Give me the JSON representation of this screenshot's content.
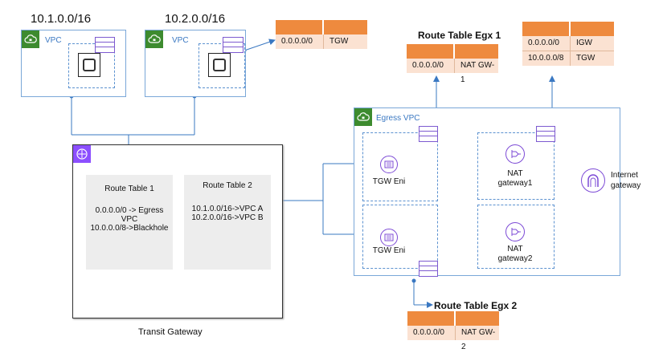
{
  "vpc_a": {
    "cidr": "10.1.0.0/16",
    "label": "VPC"
  },
  "vpc_b": {
    "cidr": "10.2.0.0/16",
    "label": "VPC"
  },
  "vpc_b_route_table": {
    "dest": "0.0.0.0/0",
    "target": "TGW"
  },
  "route_table_egx1": {
    "title": "Route Table Egx 1",
    "dest": "0.0.0.0/0",
    "target": "NAT GW-1"
  },
  "route_table_public": {
    "rows": [
      {
        "dest": "0.0.0.0/0",
        "target": "IGW"
      },
      {
        "dest": "10.0.0.0/8",
        "target": "TGW"
      }
    ]
  },
  "route_table_egx2": {
    "title": "Route Table Egx 2",
    "dest": "0.0.0.0/0",
    "target": "NAT GW-2"
  },
  "transit_gateway": {
    "label": "Transit Gateway",
    "rt1": {
      "title": "Route Table 1",
      "line1": "0.0.0.0/0 -> Egress",
      "line2": "VPC",
      "line3": "10.0.0.0/8->Blackhole"
    },
    "rt2": {
      "title": "Route Table 2",
      "line1": "10.1.0.0/16->VPC A",
      "line2": "10.2.0.0/16->VPC B"
    }
  },
  "egress_vpc": {
    "label": "Egress VPC",
    "tgw_eni_1": "TGW Eni",
    "tgw_eni_2": "TGW Eni",
    "nat1": {
      "line1": "NAT",
      "line2": "gateway1"
    },
    "nat2": {
      "line1": "NAT",
      "line2": "gateway2"
    }
  },
  "internet_gateway": {
    "line1": "Internet",
    "line2": "gateway"
  },
  "colors": {
    "orange_header": "#ee8a3e",
    "orange_row": "#fbe2d2",
    "vpc_green": "#3d8b2f",
    "tgw_purple": "#8c4fff",
    "line_blue": "#3a78c2"
  },
  "icons": {
    "vpc": "cloud-lock-icon",
    "tgw": "transit-gateway-icon",
    "eni": "network-interface-icon",
    "nat": "nat-gateway-icon",
    "igw": "internet-gateway-icon",
    "route_table": "route-table-icon"
  }
}
